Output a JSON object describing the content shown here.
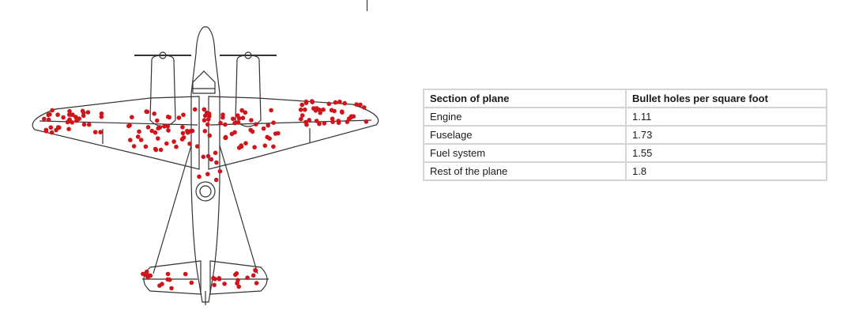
{
  "figure": {
    "hole_color": "#d0141b",
    "outline_color": "#333333"
  },
  "table": {
    "headers": [
      "Section of plane",
      "Bullet holes per square foot"
    ],
    "rows": [
      {
        "section": "Engine",
        "value": "1.11"
      },
      {
        "section": "Fuselage",
        "value": "1.73"
      },
      {
        "section": "Fuel system",
        "value": "1.55"
      },
      {
        "section": "Rest of the plane",
        "value": "1.8"
      }
    ]
  }
}
